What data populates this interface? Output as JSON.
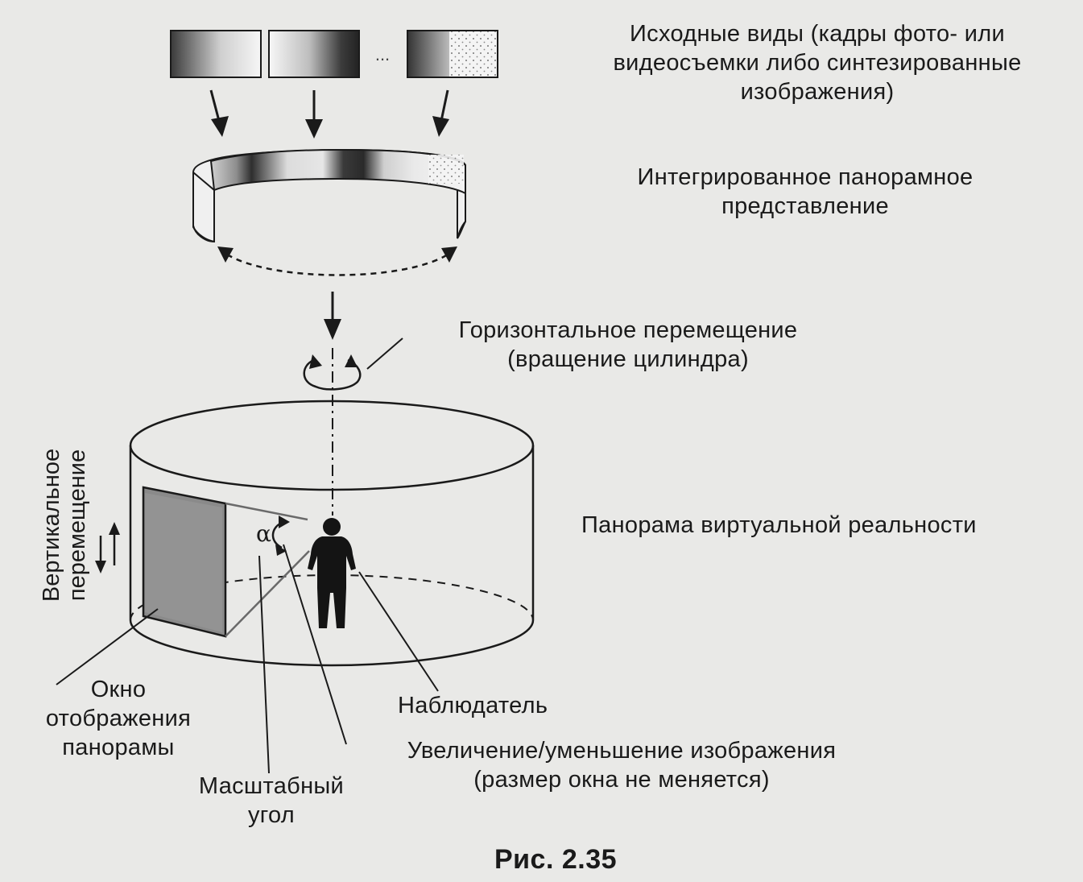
{
  "labels": {
    "source_views": [
      "Исходные виды (кадры фото- или",
      "видеосъемки либо синтезированные",
      "изображения)"
    ],
    "integrated": [
      "Интегрированное панорамное",
      "представление"
    ],
    "horizontal": [
      "Горизонтальное перемещение",
      "(вращение цилиндра)"
    ],
    "vr_panorama": "Панорама виртуальной реальности",
    "vertical": [
      "Вертикальное",
      "перемещение"
    ],
    "window": [
      "Окно",
      "отображения",
      "панорамы"
    ],
    "observer": "Наблюдатель",
    "zoom": [
      "Увеличение/уменьшение изображения",
      "(размер окна не меняется)"
    ],
    "scale_angle": [
      "Масштабный",
      "угол"
    ],
    "alpha": "α",
    "ellipsis": "..."
  },
  "caption": "Рис. 2.35",
  "colors": {
    "background": "#e9e9e7",
    "ink": "#1a1a1a",
    "window_fill": "#8a8a8a",
    "observer_fill": "#141414"
  }
}
